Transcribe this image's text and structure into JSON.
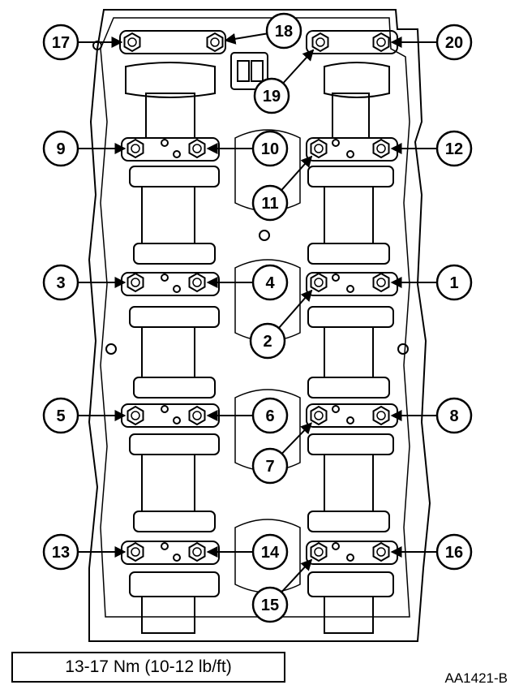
{
  "torque_spec": "13-17 Nm (10-12 lb/ft)",
  "figure_code": "AA1421-B",
  "bolt_sequence": [
    {
      "number": "1"
    },
    {
      "number": "2"
    },
    {
      "number": "3"
    },
    {
      "number": "4"
    },
    {
      "number": "5"
    },
    {
      "number": "6"
    },
    {
      "number": "7"
    },
    {
      "number": "8"
    },
    {
      "number": "9"
    },
    {
      "number": "10"
    },
    {
      "number": "11"
    },
    {
      "number": "12"
    },
    {
      "number": "13"
    },
    {
      "number": "14"
    },
    {
      "number": "15"
    },
    {
      "number": "16"
    },
    {
      "number": "17"
    },
    {
      "number": "18"
    },
    {
      "number": "19"
    },
    {
      "number": "20"
    }
  ],
  "colors": {
    "line": "#000000",
    "background": "#ffffff"
  }
}
